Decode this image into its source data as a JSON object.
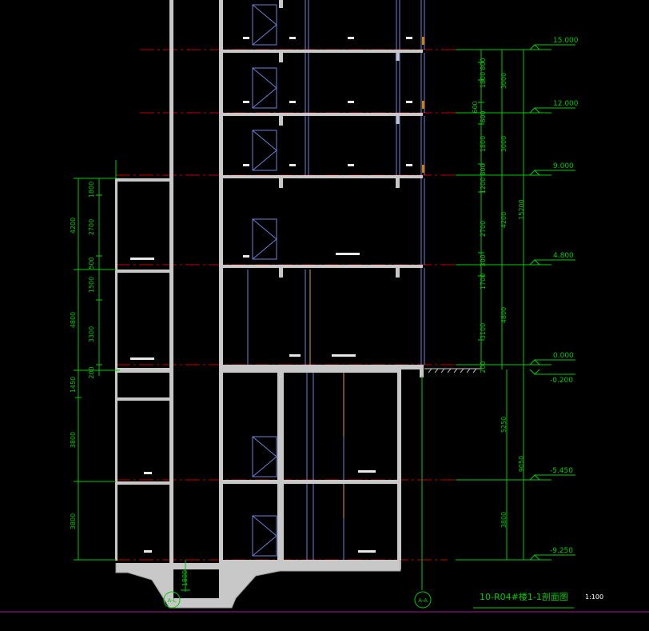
{
  "colors": {
    "background": "#000000",
    "wall": "#c8c8c8",
    "section_line": "#c00000",
    "dimension": "#00cc00",
    "window": "#6f7fd8",
    "annotation": "#ffffff",
    "ground": "#d0d0d0"
  },
  "elevations": {
    "e1": "15.000",
    "e2": "12.000",
    "e3": "9.000",
    "e4": "4.800",
    "e5": "0.000",
    "e6": "-0.200",
    "e7": "-5.450",
    "e8": "-9.250"
  },
  "dims_right_inner": [
    "800",
    "1800",
    "600",
    "1800",
    "800",
    "1200",
    "2700",
    "300",
    "1700",
    "3100",
    "200"
  ],
  "dims_right_middle": [
    "3000",
    "3000",
    "4200",
    "4800",
    "5250",
    "3800"
  ],
  "dims_right_outer": [
    "600",
    "15200",
    "9050"
  ],
  "dims_left_inner": [
    "1800",
    "2700",
    "500",
    "1500",
    "3300",
    "200"
  ],
  "dims_left_outer": [
    "4200",
    "4800",
    "1450",
    "3800",
    "3800"
  ],
  "dim_bottom": "1800",
  "axes": {
    "axis_left": "A-L",
    "axis_right": "A-A"
  },
  "title": {
    "text": "10-R04#楼1-1剖面图",
    "scale": "1:100"
  }
}
